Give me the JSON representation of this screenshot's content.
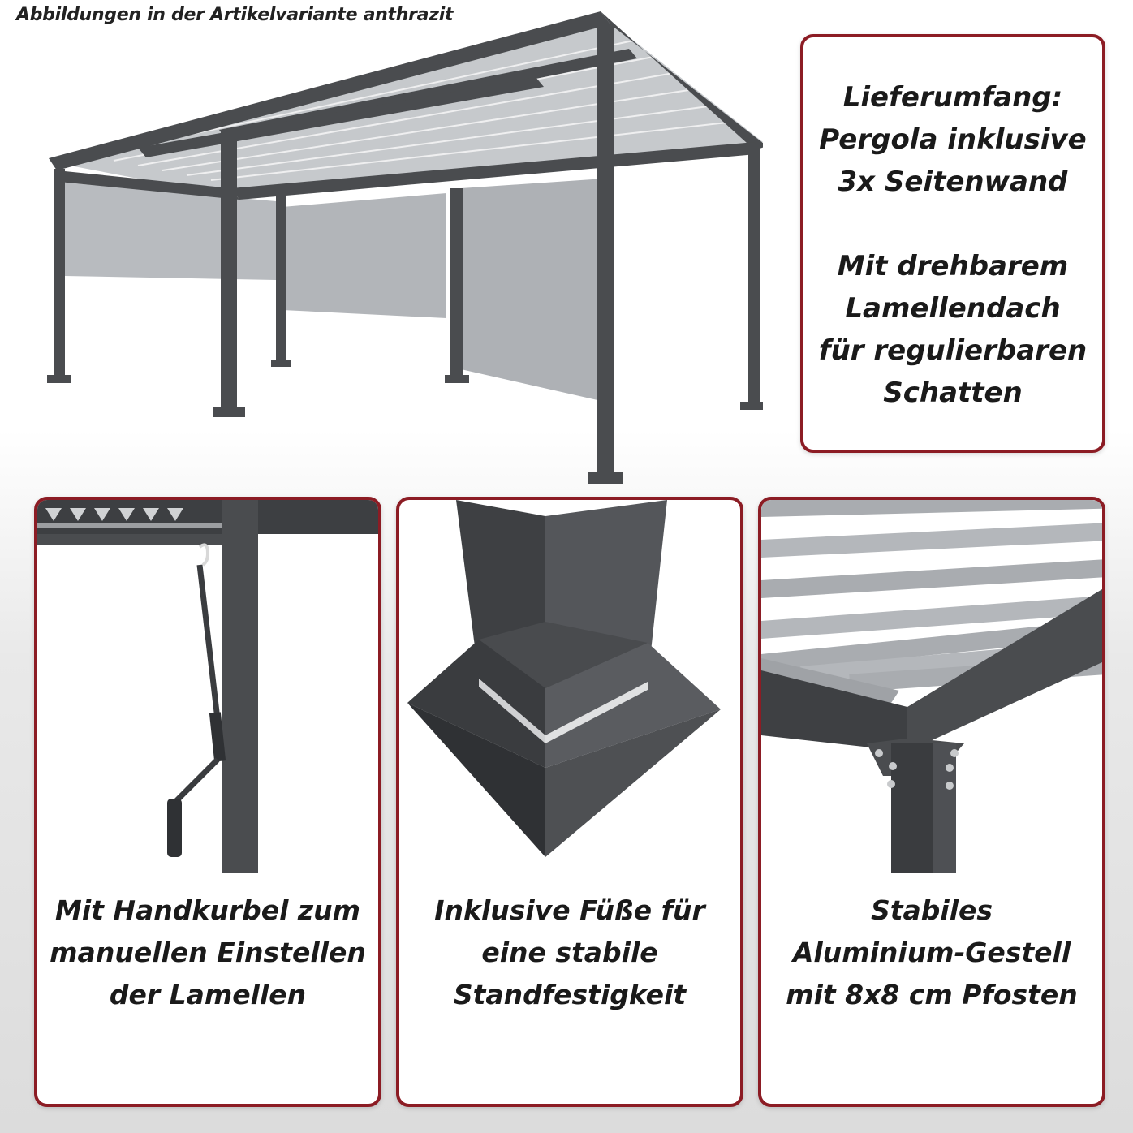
{
  "header": {
    "caption": "Abbildungen in der Artikelvariante anthrazit"
  },
  "info_box": {
    "lines_1": [
      "Lieferumfang:",
      "Pergola inklusive",
      "3x Seitenwand"
    ],
    "lines_2": [
      "Mit drehbarem",
      "Lamellendach",
      "für regulierbaren",
      "Schatten"
    ]
  },
  "features": [
    {
      "lines": [
        "Mit Handkurbel zum",
        "manuellen Einstellen",
        "der Lamellen"
      ]
    },
    {
      "lines": [
        "Inklusive Füße für",
        "eine stabile",
        "Standfestigkeit"
      ]
    },
    {
      "lines": [
        "Stabiles",
        "Aluminium-Gestell",
        "mit 8x8 cm Pfosten"
      ]
    }
  ],
  "colors": {
    "frame": "#4a4c4f",
    "border": "#8c1c24",
    "screen": "#b9bcc0"
  }
}
